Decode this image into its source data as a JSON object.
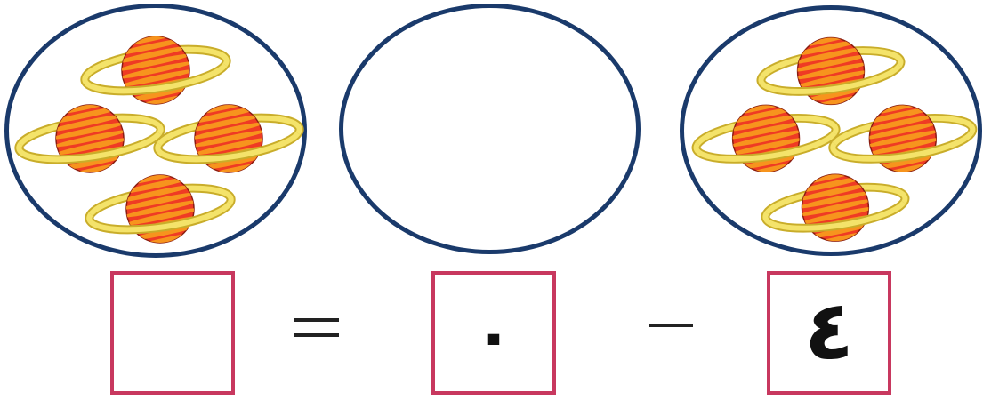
{
  "colors": {
    "oval_border": "#1a3a6b",
    "box_border": "#c8385f",
    "planet_body": "#ef3b24",
    "planet_stripe": "#f7941d",
    "planet_ring": "#f4e36a",
    "planet_ring_edge": "#c9ad2a"
  },
  "groups": {
    "left": {
      "planet_count": 4,
      "icon": "ringed-planet-icon"
    },
    "middle": {
      "planet_count": 0
    },
    "right": {
      "planet_count": 4,
      "icon": "ringed-planet-icon"
    }
  },
  "equation": {
    "answer": "",
    "equals_symbol": "equals-sign",
    "subtrahend": "٠",
    "minus_symbol": "minus-sign",
    "minuend": "٤"
  }
}
